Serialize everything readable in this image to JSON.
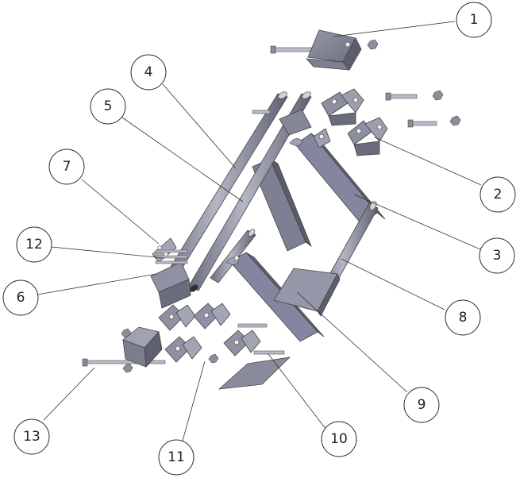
{
  "diagram": {
    "callouts": [
      {
        "label": "1"
      },
      {
        "label": "2"
      },
      {
        "label": "3"
      },
      {
        "label": "4"
      },
      {
        "label": "5"
      },
      {
        "label": "6"
      },
      {
        "label": "7"
      },
      {
        "label": "8"
      },
      {
        "label": "9"
      },
      {
        "label": "10"
      },
      {
        "label": "11"
      },
      {
        "label": "12"
      },
      {
        "label": "13"
      }
    ]
  }
}
